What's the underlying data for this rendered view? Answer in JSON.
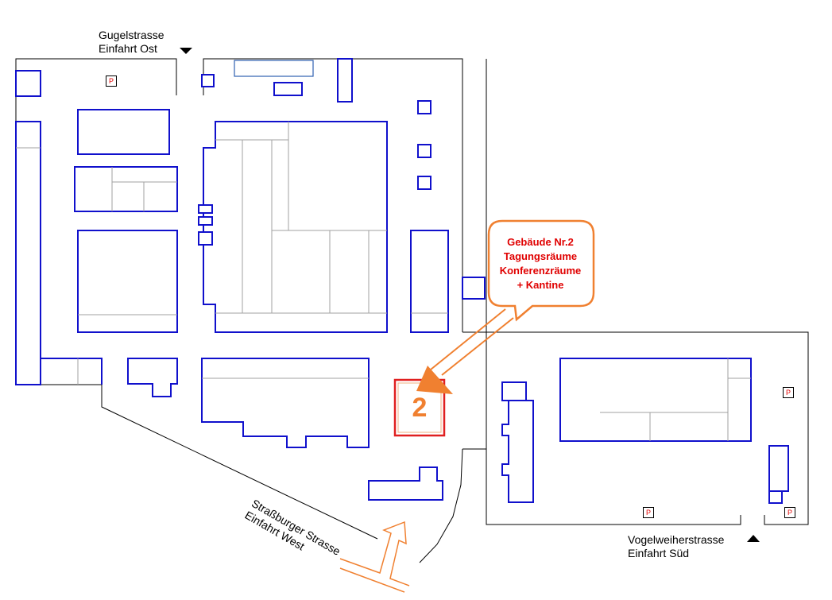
{
  "labels": {
    "gugel_line1": "Gugelstrasse",
    "gugel_line2": "Einfahrt Ost",
    "strass_line1": "Straßburger Strasse",
    "strass_line2": "Einfahrt West",
    "vogel_line1": "Vogelweiherstrasse",
    "vogel_line2": "Einfahrt Süd"
  },
  "callout": {
    "line1": "Gebäude Nr.2",
    "line2": "Tagungsräume",
    "line3": "Konferenzräume",
    "line4": "+ Kantine"
  },
  "building_number": "2",
  "parking_symbol": "P",
  "colors": {
    "building_outline": "#1010cc",
    "interior_line": "#a0a0a0",
    "site_border": "#000000",
    "arrow": "#f08030",
    "callout_text": "#e00000",
    "highlight_box": "#e02020"
  }
}
